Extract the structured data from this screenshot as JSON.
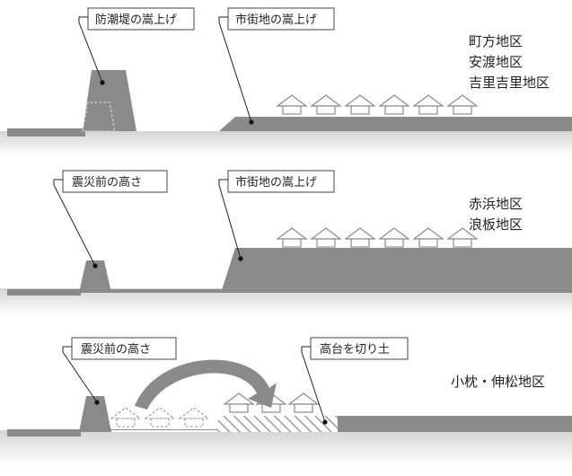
{
  "panels": [
    {
      "callout_left": "防潮堤の嵩上げ",
      "callout_right": "市街地の嵩上げ",
      "areas": [
        "町方地区",
        "安渡地区",
        "吉里吉里地区"
      ]
    },
    {
      "callout_left": "震災前の高さ",
      "callout_right": "市街地の嵩上げ",
      "areas": [
        "赤浜地区",
        "浪板地区"
      ]
    },
    {
      "callout_left": "震災前の高さ",
      "callout_right": "高台を切り土",
      "areas": [
        "小枕・伸松地区"
      ]
    }
  ]
}
